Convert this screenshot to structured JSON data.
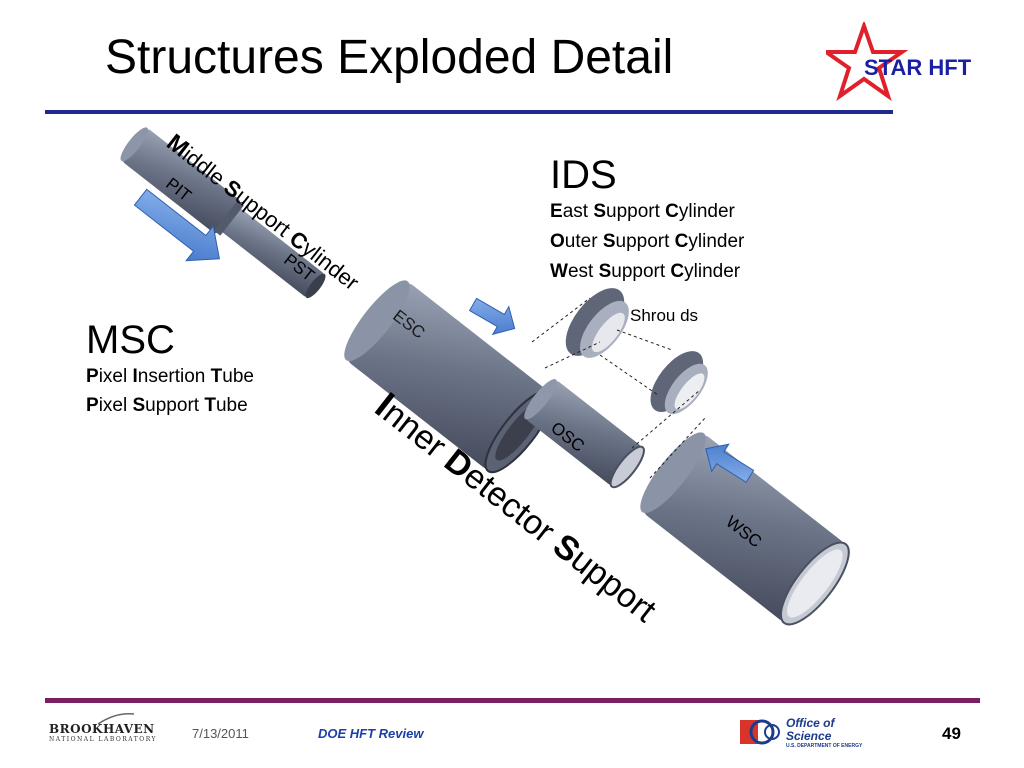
{
  "title": "Structures Exploded Detail",
  "logo": {
    "text": "STAR HFT",
    "star_color": "#e0202a",
    "text_color": "#1b1fa3"
  },
  "ids": {
    "heading": "IDS",
    "lines": [
      {
        "first": "E",
        "rest1": "ast ",
        "s": "S",
        "rest2": "upport ",
        "c": "C",
        "rest3": "ylinder"
      },
      {
        "first": "O",
        "rest1": "uter ",
        "s": "S",
        "rest2": "upport ",
        "c": "C",
        "rest3": "ylinder"
      },
      {
        "first": "W",
        "rest1": "est ",
        "s": "S",
        "rest2": "upport ",
        "c": "C",
        "rest3": "ylinder"
      }
    ]
  },
  "msc": {
    "heading": "MSC",
    "lines": [
      {
        "a": "P",
        "b": "ixel ",
        "c": "I",
        "d": "nsertion ",
        "e": "T",
        "f": "ube"
      },
      {
        "a": "P",
        "b": "ixel ",
        "c": "S",
        "d": "upport ",
        "e": "T",
        "f": "ube"
      }
    ]
  },
  "shrouds": "Shrou ds",
  "labels": {
    "msc_full": {
      "m": "M",
      "iddle": "iddle ",
      "s": "S",
      "upport": "upport ",
      "c": "C",
      "ylinder": "ylinder"
    },
    "idss_full": {
      "i": "I",
      "nner": "nner ",
      "d": "D",
      "etector": "etector ",
      "s": "S",
      "upport": "upport"
    },
    "pit": "PIT",
    "pst": "PST",
    "esc": "ESC",
    "osc": "OSC",
    "wsc": "WSC"
  },
  "footer": {
    "date": "7/13/2011",
    "center": "DOE HFT Review",
    "page": "49",
    "bnl_main": "BROOKHAVEN",
    "bnl_sub": "NATIONAL LABORATORY",
    "osc_main": "Office of Science",
    "osc_sub": "U.S. DEPARTMENT OF ENERGY"
  },
  "colors": {
    "title_rule": "#1f2a8c",
    "bottom_rule": "#7a1f64",
    "arrow": "#5b8fd6",
    "metal": "#6b7388"
  }
}
